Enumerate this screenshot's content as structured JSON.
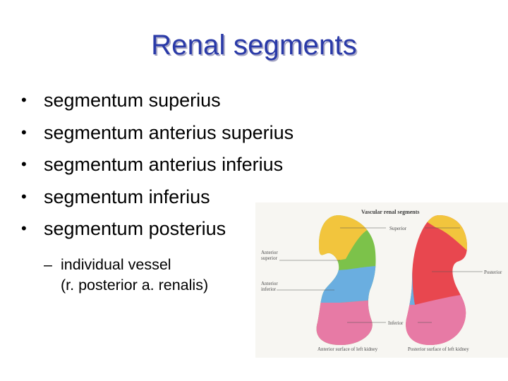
{
  "slide": {
    "title": "Renal segments",
    "bullets": [
      "segmentum superius",
      "segmentum anterius superius",
      "segmentum anterius inferius",
      "segmentum inferius",
      "segmentum posterius"
    ],
    "sub_bullet": {
      "dash": "–",
      "lines": [
        "individual vessel",
        "(r. posterior a. renalis)"
      ]
    },
    "bullet_glyph": "•"
  },
  "figure": {
    "title": "Vascular renal segments",
    "labels": {
      "superior": "Superior",
      "anterior_superior": [
        "Anterior",
        "superior"
      ],
      "anterior_inferior": [
        "Anterior",
        "inferior"
      ],
      "posterior": "Posterior",
      "inferior": "Inferior",
      "anterior_surface": "Anterior surface of left kidney",
      "posterior_surface": "Posterior surface of left kidney"
    },
    "colors": {
      "superior": "#f2c53d",
      "anterior_superior": "#7cc24a",
      "anterior_inferior": "#6aaee0",
      "inferior": "#e77aa5",
      "posterior": "#e8474f",
      "title_text": "#2a3aa8"
    }
  }
}
